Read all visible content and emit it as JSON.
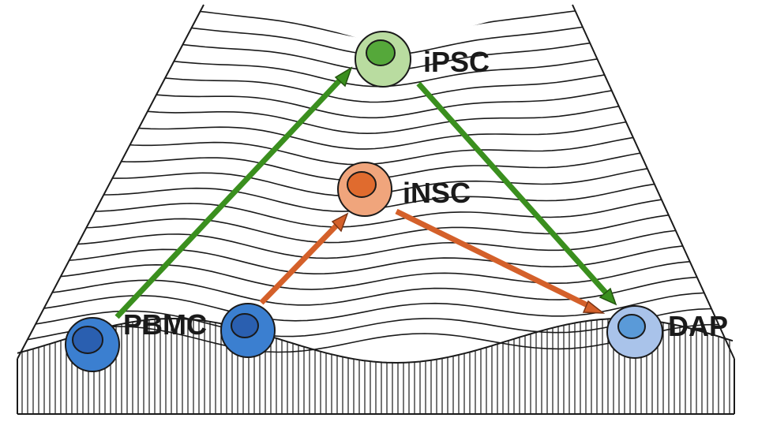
{
  "diagram": {
    "labels": {
      "ipsc": "iPSC",
      "insc": "iNSC",
      "pbmc": "PBMC",
      "dap": "DAP"
    },
    "colors": {
      "green_arrow": "#3a8f1e",
      "green_arrow_edge": "#24550f",
      "orange_arrow": "#d4602a",
      "orange_arrow_edge": "#7a3414",
      "pbmc_outer": "#3b7fd0",
      "pbmc_inner": "#2a5fb0",
      "ipsc_outer": "#b9dca0",
      "ipsc_inner": "#55a83a",
      "insc_outer": "#f0a57c",
      "insc_inner": "#e06b2e",
      "dap_outer": "#a9c3ea",
      "dap_inner": "#5a9ad8",
      "lines": "#1a1a1a"
    }
  }
}
